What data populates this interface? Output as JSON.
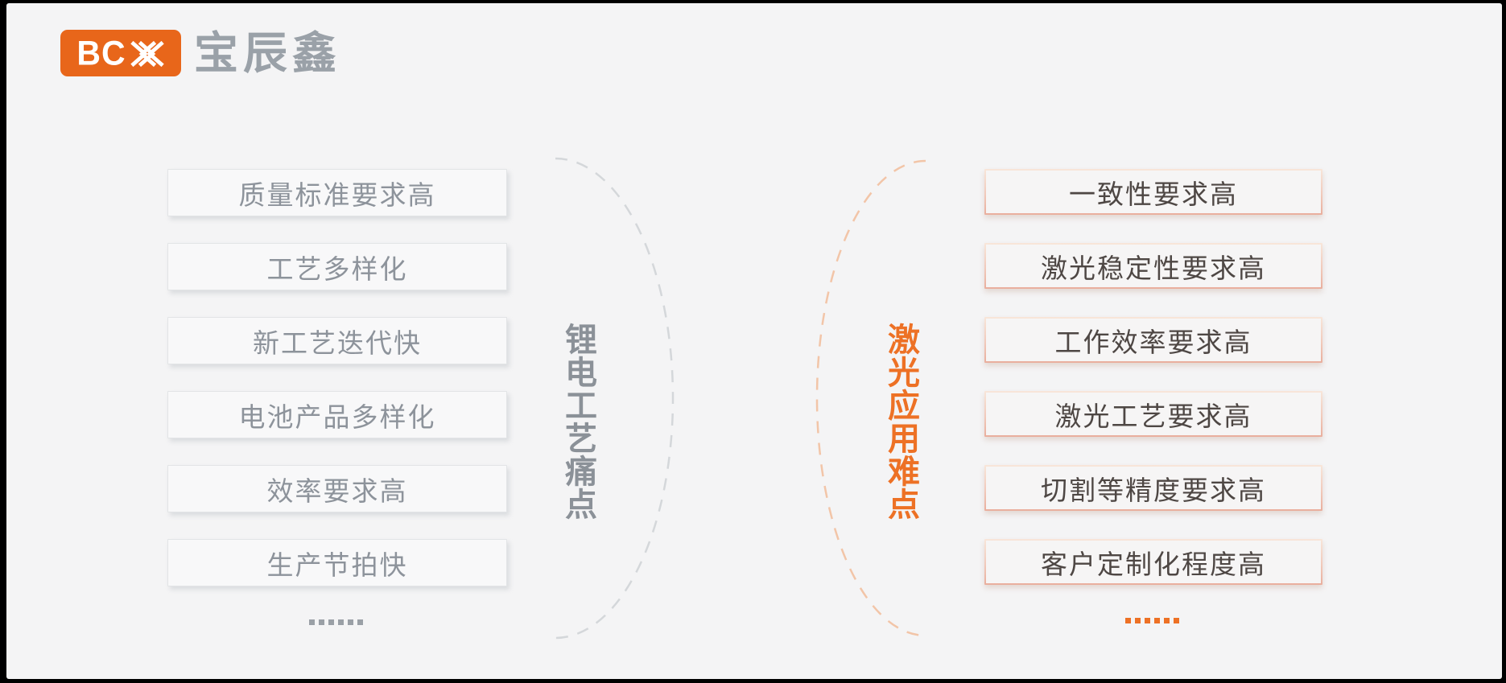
{
  "logo": {
    "abbr": "BCX",
    "abbr_text": "BC",
    "name": "宝辰鑫"
  },
  "left_panel": {
    "title": "锂电工艺痛点",
    "items": [
      "质量标准要求高",
      "工艺多样化",
      "新工艺迭代快",
      "电池产品多样化",
      "效率要求高",
      "生产节拍快"
    ],
    "ellipsis": "……",
    "dots_count": 6
  },
  "right_panel": {
    "title": "激光应用难点",
    "items": [
      "一致性要求高",
      "激光稳定性要求高",
      "工作效率要求高",
      "激光工艺要求高",
      "切割等精度要求高",
      "客户定制化程度高"
    ],
    "ellipsis": "……",
    "dots_count": 6
  },
  "colors": {
    "slide_background": "#f4f4f5",
    "logo_orange": "#e8661a",
    "logo_name_gray": "#9aa1a8",
    "left_title_color": "#8b9198",
    "right_title_color": "#ed7125",
    "left_box_text": "#8d939b",
    "right_box_text": "#4e4744",
    "left_arc": "#d4d7da",
    "right_arc": "#f2c5a8",
    "left_dots": "#9aa0a6",
    "right_dots": "#ed7125"
  }
}
